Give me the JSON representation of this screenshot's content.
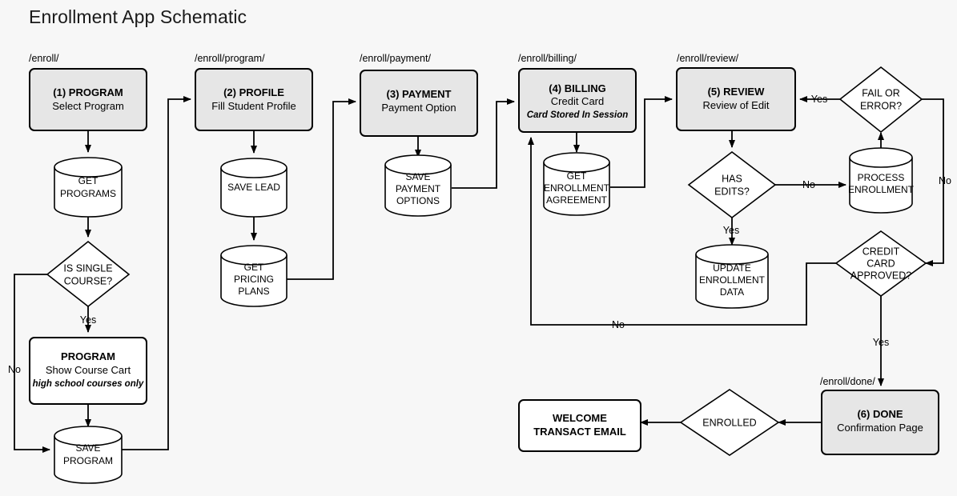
{
  "title": "Enrollment App Schematic",
  "theme": {
    "background": "#f7f7f7",
    "page_fill": "#e6e6e6",
    "shape_fill": "#ffffff",
    "stroke": "#000000"
  },
  "urls": {
    "enroll": "/enroll/",
    "program": "/enroll/program/",
    "payment": "/enroll/payment/",
    "billing": "/enroll/billing/",
    "review": "/enroll/review/",
    "done": "/enroll/done/"
  },
  "pages": {
    "program": {
      "heading": "(1) PROGRAM",
      "sub": "Select Program"
    },
    "profile": {
      "heading": "(2) PROFILE",
      "sub": "Fill Student Profile"
    },
    "payment": {
      "heading": "(3) PAYMENT",
      "sub": "Payment Option"
    },
    "billing": {
      "heading": "(4) BILLING",
      "sub": "Credit Card",
      "note": "Card Stored In Session"
    },
    "review": {
      "heading": "(5) REVIEW",
      "sub": "Review of Edit"
    },
    "done": {
      "heading": "(6) DONE",
      "sub": "Confirmation Page"
    },
    "cart": {
      "heading": "PROGRAM",
      "sub": "Show Course Cart",
      "note": "high school courses only"
    },
    "email": {
      "line1": "WELCOME",
      "line2": "TRANSACT EMAIL"
    }
  },
  "stores": {
    "get_programs": [
      "GET",
      "PROGRAMS"
    ],
    "save_program": [
      "SAVE",
      "PROGRAM"
    ],
    "save_lead": [
      "SAVE LEAD"
    ],
    "get_pricing_plans": [
      "GET",
      "PRICING",
      "PLANS"
    ],
    "save_payment_options": [
      "SAVE",
      "PAYMENT",
      "OPTIONS"
    ],
    "get_enrollment_agreement": [
      "GET",
      "ENROLLMENT",
      "AGREEMENT"
    ],
    "update_enrollment_data": [
      "UPDATE",
      "ENROLLMENT",
      "DATA"
    ],
    "process_enrollment": [
      "PROCESS",
      "ENROLLMENT"
    ]
  },
  "decisions": {
    "is_single_course": [
      "IS SINGLE",
      "COURSE?"
    ],
    "has_edits": [
      "HAS",
      "EDITS?"
    ],
    "fail_or_error": [
      "FAIL OR",
      "ERROR?"
    ],
    "credit_card_approved": [
      "CREDIT",
      "CARD",
      "APPROVED?"
    ],
    "enrolled": [
      "ENROLLED"
    ]
  },
  "edge_labels": {
    "single_course_yes": "Yes",
    "single_course_no": "No",
    "has_edits_yes": "Yes",
    "has_edits_no": "No",
    "fail_or_error_yes": "Yes",
    "fail_or_error_no": "No",
    "credit_card_yes": "Yes",
    "agreement_no": "No"
  },
  "chart_data": {
    "type": "diagram",
    "nodes": [
      {
        "id": "program_page",
        "shape": "page",
        "label": "(1) PROGRAM / Select Program",
        "url": "/enroll/"
      },
      {
        "id": "get_programs",
        "shape": "store",
        "label": "GET PROGRAMS"
      },
      {
        "id": "is_single_course",
        "shape": "decision",
        "label": "IS SINGLE COURSE?"
      },
      {
        "id": "cart",
        "shape": "box",
        "label": "PROGRAM / Show Course Cart"
      },
      {
        "id": "save_program",
        "shape": "store",
        "label": "SAVE PROGRAM"
      },
      {
        "id": "profile_page",
        "shape": "page",
        "label": "(2) PROFILE / Fill Student Profile",
        "url": "/enroll/program/"
      },
      {
        "id": "save_lead",
        "shape": "store",
        "label": "SAVE LEAD"
      },
      {
        "id": "get_pricing_plans",
        "shape": "store",
        "label": "GET PRICING PLANS"
      },
      {
        "id": "payment_page",
        "shape": "page",
        "label": "(3) PAYMENT / Payment Option",
        "url": "/enroll/payment/"
      },
      {
        "id": "save_payment_options",
        "shape": "store",
        "label": "SAVE PAYMENT OPTIONS"
      },
      {
        "id": "billing_page",
        "shape": "page",
        "label": "(4) BILLING / Credit Card",
        "url": "/enroll/billing/"
      },
      {
        "id": "get_enrollment_agreement",
        "shape": "store",
        "label": "GET ENROLLMENT AGREEMENT"
      },
      {
        "id": "review_page",
        "shape": "page",
        "label": "(5) REVIEW / Review of Edit",
        "url": "/enroll/review/"
      },
      {
        "id": "has_edits",
        "shape": "decision",
        "label": "HAS EDITS?"
      },
      {
        "id": "update_enrollment_data",
        "shape": "store",
        "label": "UPDATE ENROLLMENT DATA"
      },
      {
        "id": "process_enrollment",
        "shape": "store",
        "label": "PROCESS ENROLLMENT"
      },
      {
        "id": "fail_or_error",
        "shape": "decision",
        "label": "FAIL OR ERROR?"
      },
      {
        "id": "credit_card_approved",
        "shape": "decision",
        "label": "CREDIT CARD APPROVED?"
      },
      {
        "id": "done_page",
        "shape": "page",
        "label": "(6) DONE / Confirmation Page",
        "url": "/enroll/done/"
      },
      {
        "id": "enrolled",
        "shape": "decision",
        "label": "ENROLLED"
      },
      {
        "id": "welcome_email",
        "shape": "box",
        "label": "WELCOME TRANSACT EMAIL"
      }
    ],
    "edges": [
      {
        "from": "program_page",
        "to": "get_programs"
      },
      {
        "from": "get_programs",
        "to": "is_single_course"
      },
      {
        "from": "is_single_course",
        "to": "cart",
        "label": "Yes"
      },
      {
        "from": "is_single_course",
        "to": "save_program",
        "label": "No"
      },
      {
        "from": "cart",
        "to": "save_program"
      },
      {
        "from": "save_program",
        "to": "profile_page"
      },
      {
        "from": "profile_page",
        "to": "save_lead"
      },
      {
        "from": "save_lead",
        "to": "get_pricing_plans"
      },
      {
        "from": "get_pricing_plans",
        "to": "payment_page"
      },
      {
        "from": "payment_page",
        "to": "save_payment_options"
      },
      {
        "from": "save_payment_options",
        "to": "billing_page"
      },
      {
        "from": "billing_page",
        "to": "get_enrollment_agreement"
      },
      {
        "from": "get_enrollment_agreement",
        "to": "review_page"
      },
      {
        "from": "review_page",
        "to": "has_edits"
      },
      {
        "from": "has_edits",
        "to": "update_enrollment_data",
        "label": "Yes"
      },
      {
        "from": "has_edits",
        "to": "process_enrollment",
        "label": "No"
      },
      {
        "from": "process_enrollment",
        "to": "fail_or_error"
      },
      {
        "from": "fail_or_error",
        "to": "review_page",
        "label": "Yes"
      },
      {
        "from": "fail_or_error",
        "to": "credit_card_approved",
        "label": "No"
      },
      {
        "from": "credit_card_approved",
        "to": "billing_page",
        "label": "No"
      },
      {
        "from": "credit_card_approved",
        "to": "done_page",
        "label": "Yes"
      },
      {
        "from": "done_page",
        "to": "enrolled"
      },
      {
        "from": "enrolled",
        "to": "welcome_email"
      }
    ]
  }
}
